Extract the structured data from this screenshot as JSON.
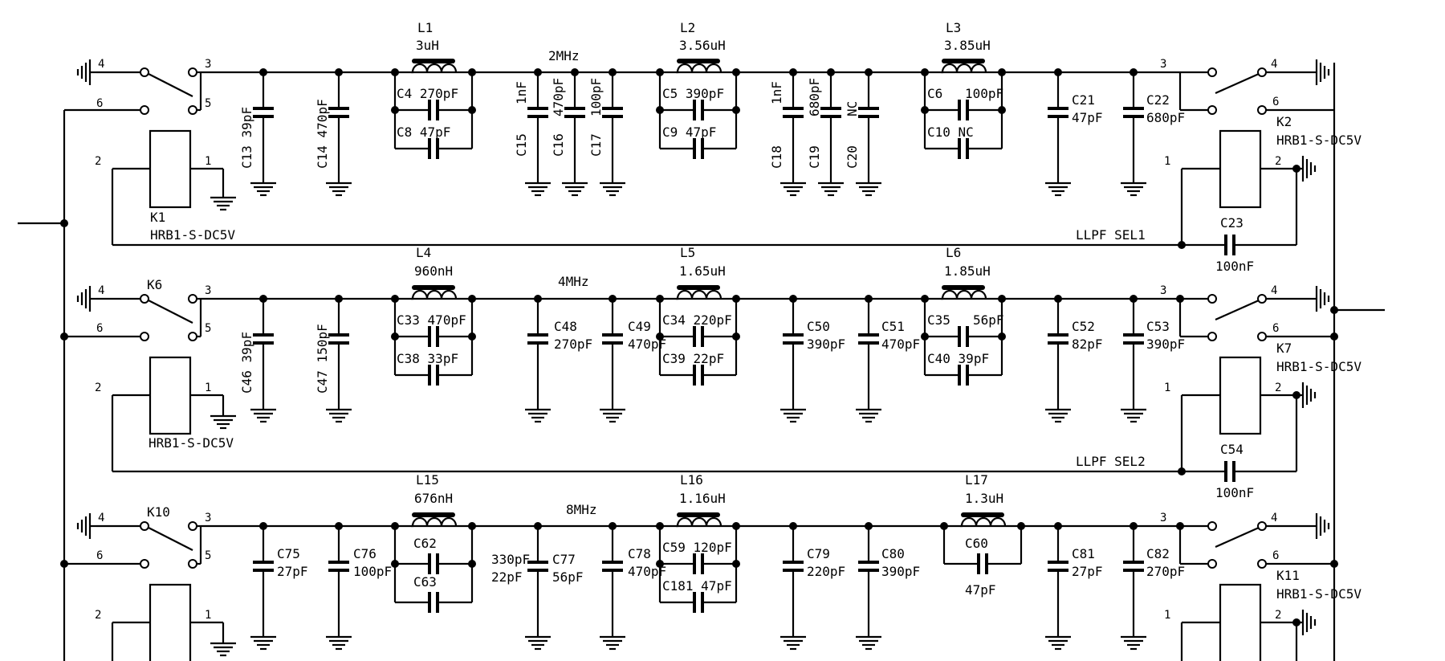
{
  "relays": {
    "k1": {
      "ref": "K1",
      "part": "HRB1-S-DC5V"
    },
    "k2": {
      "ref": "K2",
      "part": "HRB1-S-DC5V"
    },
    "k6": {
      "ref": "K6",
      "part": "HRB1-S-DC5V"
    },
    "k7": {
      "ref": "K7",
      "part": "HRB1-S-DC5V"
    },
    "k10": {
      "ref": "K10"
    },
    "k11": {
      "ref": "K11",
      "part": "HRB1-S-DC5V"
    }
  },
  "pins": {
    "p1": "1",
    "p2": "2",
    "p3": "3",
    "p4": "4",
    "p5": "5",
    "p6": "6"
  },
  "bands": {
    "band1": {
      "label": "2MHz",
      "select_net": "LLPF SEL1",
      "inductors": [
        {
          "ref": "L1",
          "value": "3uH"
        },
        {
          "ref": "L2",
          "value": "3.56uH"
        },
        {
          "ref": "L3",
          "value": "3.85uH"
        }
      ],
      "caps": {
        "c13": {
          "ref": "C13",
          "value": "39pF"
        },
        "c14": {
          "ref": "C14",
          "value": "470pF"
        },
        "c4": {
          "ref": "C4",
          "value": "270pF"
        },
        "c8": {
          "ref": "C8",
          "value": "47pF"
        },
        "c15": {
          "ref": "C15",
          "value": "1nF"
        },
        "c16": {
          "ref": "C16",
          "value": "470pF"
        },
        "c17": {
          "ref": "C17",
          "value": "100pF"
        },
        "c5": {
          "ref": "C5",
          "value": "390pF"
        },
        "c9": {
          "ref": "C9",
          "value": "47pF"
        },
        "c18": {
          "ref": "C18",
          "value": "1nF"
        },
        "c19": {
          "ref": "C19",
          "value": "680pF"
        },
        "c20": {
          "ref": "C20",
          "value": "NC"
        },
        "c6": {
          "ref": "C6",
          "value": "100pF"
        },
        "c10": {
          "ref": "C10",
          "value": "NC"
        },
        "c21": {
          "ref": "C21",
          "value": "47pF"
        },
        "c22": {
          "ref": "C22",
          "value": "680pF"
        },
        "c23": {
          "ref": "C23",
          "value": "100nF"
        }
      }
    },
    "band2": {
      "label": "4MHz",
      "select_net": "LLPF SEL2",
      "inductors": [
        {
          "ref": "L4",
          "value": "960nH"
        },
        {
          "ref": "L5",
          "value": "1.65uH"
        },
        {
          "ref": "L6",
          "value": "1.85uH"
        }
      ],
      "caps": {
        "c46": {
          "ref": "C46",
          "value": "39pF"
        },
        "c47": {
          "ref": "C47",
          "value": "150pF"
        },
        "c33": {
          "ref": "C33",
          "value": "470pF"
        },
        "c38": {
          "ref": "C38",
          "value": "33pF"
        },
        "c48": {
          "ref": "C48",
          "value": "270pF"
        },
        "c49": {
          "ref": "C49",
          "value": "470pF"
        },
        "c34": {
          "ref": "C34",
          "value": "220pF"
        },
        "c39": {
          "ref": "C39",
          "value": "22pF"
        },
        "c50": {
          "ref": "C50",
          "value": "390pF"
        },
        "c51": {
          "ref": "C51",
          "value": "470pF"
        },
        "c35": {
          "ref": "C35",
          "value": "56pF"
        },
        "c40": {
          "ref": "C40",
          "value": "39pF"
        },
        "c52": {
          "ref": "C52",
          "value": "82pF"
        },
        "c53": {
          "ref": "C53",
          "value": "390pF"
        },
        "c54": {
          "ref": "C54",
          "value": "100nF"
        }
      }
    },
    "band3": {
      "label": "8MHz",
      "inductors": [
        {
          "ref": "L15",
          "value": "676nH"
        },
        {
          "ref": "L16",
          "value": "1.16uH"
        },
        {
          "ref": "L17",
          "value": "1.3uH"
        }
      ],
      "caps": {
        "c75": {
          "ref": "C75",
          "value": "27pF"
        },
        "c76": {
          "ref": "C76",
          "value": "100pF"
        },
        "c62": {
          "ref": "C62"
        },
        "c63": {
          "ref": "C63"
        },
        "c62_63_values": {
          "a": "330pF",
          "b": "22pF"
        },
        "c77": {
          "ref": "C77",
          "value": "56pF"
        },
        "c78": {
          "ref": "C78",
          "value": "470pF"
        },
        "c59": {
          "ref": "C59",
          "value": "120pF"
        },
        "c181": {
          "ref": "C181",
          "value": "47pF"
        },
        "c79": {
          "ref": "C79",
          "value": "220pF"
        },
        "c80": {
          "ref": "C80",
          "value": "390pF"
        },
        "c60": {
          "ref": "C60",
          "value": "47pF"
        },
        "c81": {
          "ref": "C81",
          "value": "27pF"
        },
        "c82": {
          "ref": "C82",
          "value": "270pF"
        }
      }
    }
  }
}
